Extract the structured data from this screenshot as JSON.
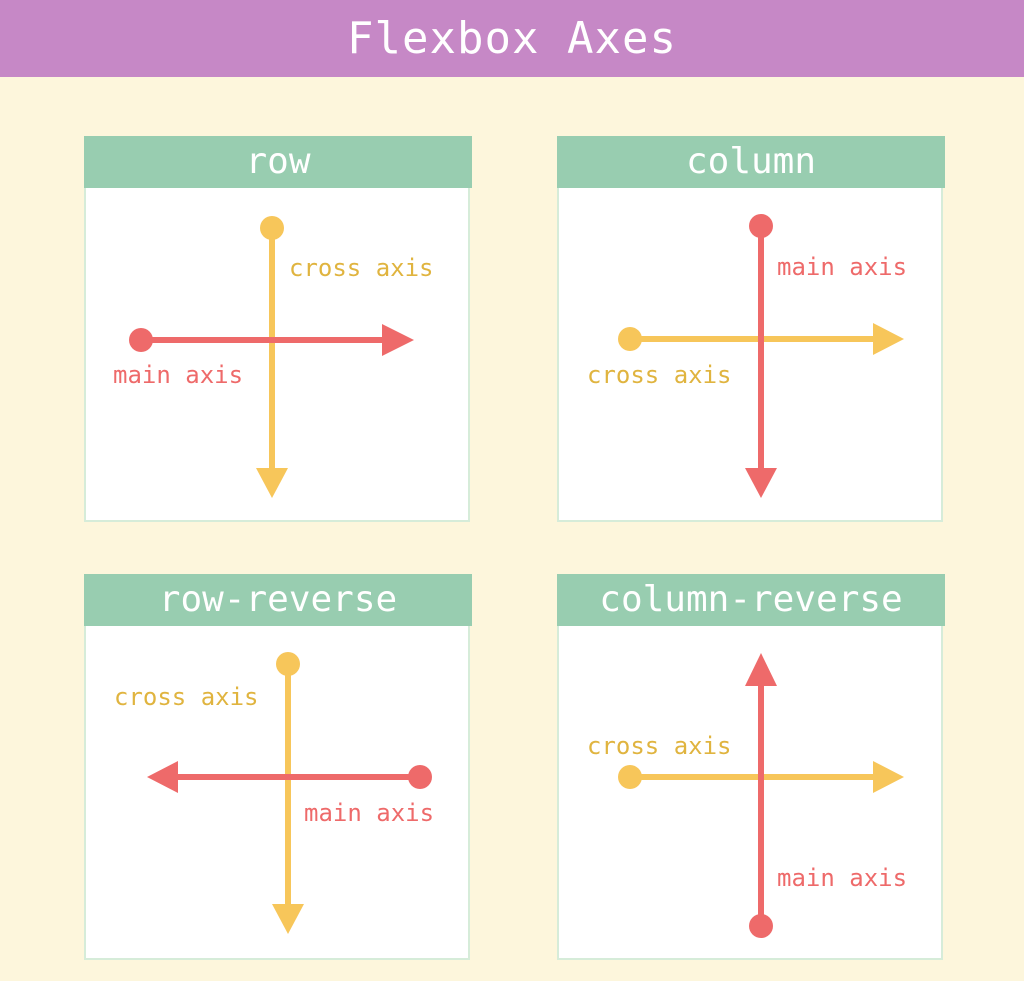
{
  "title": "Flexbox Axes",
  "colors": {
    "background": "#fdf6dc",
    "title_bar": "#c688c6",
    "panel_header": "#98cdb0",
    "main_axis": "#ee6a6a",
    "cross_axis": "#f7c65a",
    "cross_axis_label": "#e0b43f"
  },
  "panels": [
    {
      "title": "row",
      "main_label": "main axis",
      "cross_label": "cross axis"
    },
    {
      "title": "column",
      "main_label": "main axis",
      "cross_label": "cross axis"
    },
    {
      "title": "row-reverse",
      "main_label": "main axis",
      "cross_label": "cross axis"
    },
    {
      "title": "column-reverse",
      "main_label": "main axis",
      "cross_label": "cross axis"
    }
  ]
}
